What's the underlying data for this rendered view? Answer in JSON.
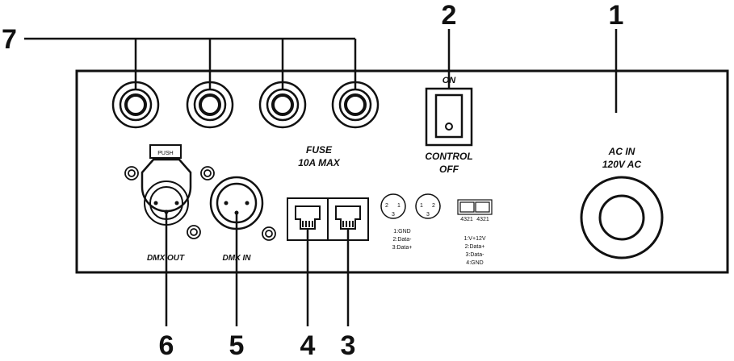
{
  "callouts": [
    "1",
    "2",
    "3",
    "4",
    "5",
    "6",
    "7"
  ],
  "panel": {
    "switch": {
      "on_label": "ON",
      "control_label": "CONTROL",
      "off_label": "OFF"
    },
    "fuse": {
      "line1": "FUSE",
      "line2": "10A MAX"
    },
    "ac_in": {
      "line1": "AC IN",
      "line2": "120V AC"
    },
    "dmx_out": {
      "label": "DMX OUT",
      "push_label": "PUSH"
    },
    "dmx_in": {
      "label": "DMX IN"
    },
    "pin_diagram_left": {
      "pins": [
        "2",
        "1",
        "3"
      ]
    },
    "pin_diagram_right": {
      "pins": [
        "1",
        "2",
        "3"
      ]
    },
    "pin_legend_xlr": [
      "1:GND",
      "2:Data-",
      "3:Data+"
    ],
    "rj_pin_numbers": "4321",
    "pin_legend_rj": [
      "1:V+12V",
      "2:Data+",
      "3:Data-",
      "4:GND"
    ]
  }
}
